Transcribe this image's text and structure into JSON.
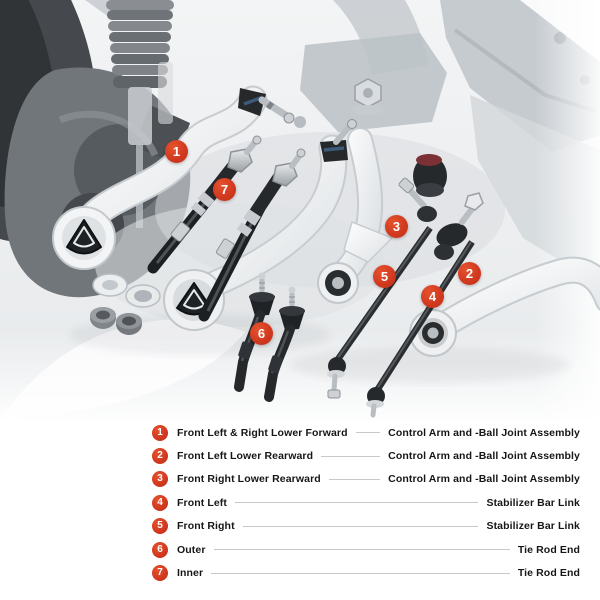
{
  "photo": {
    "alt": "Front suspension kit product photo: white control arms with ball joints, inner and outer tie rod ends, stabilizer bar links, washers and bushings shown over a grayscale car chassis background",
    "markers": [
      {
        "number": "1"
      },
      {
        "number": "2"
      },
      {
        "number": "3"
      },
      {
        "number": "4"
      },
      {
        "number": "5"
      },
      {
        "number": "6"
      },
      {
        "number": "7"
      }
    ]
  },
  "legend": {
    "rows": [
      {
        "number": "1",
        "label": "Front Left & Right Lower Forward",
        "value": "Control Arm and -Ball Joint Assembly"
      },
      {
        "number": "2",
        "label": "Front Left Lower Rearward",
        "value": "Control Arm and -Ball Joint Assembly"
      },
      {
        "number": "3",
        "label": "Front Right Lower Rearward",
        "value": "Control Arm and -Ball Joint Assembly"
      },
      {
        "number": "4",
        "label": "Front Left",
        "value": "Stabilizer Bar Link"
      },
      {
        "number": "5",
        "label": "Front Right",
        "value": "Stabilizer Bar Link"
      },
      {
        "number": "6",
        "label": "Outer",
        "value": "Tie Rod End"
      },
      {
        "number": "7",
        "label": "Inner",
        "value": "Tie Rod End"
      }
    ]
  },
  "colors": {
    "marker_red": "#d23a20",
    "legend_text": "#161616",
    "connector_line": "#c8c8c8"
  }
}
